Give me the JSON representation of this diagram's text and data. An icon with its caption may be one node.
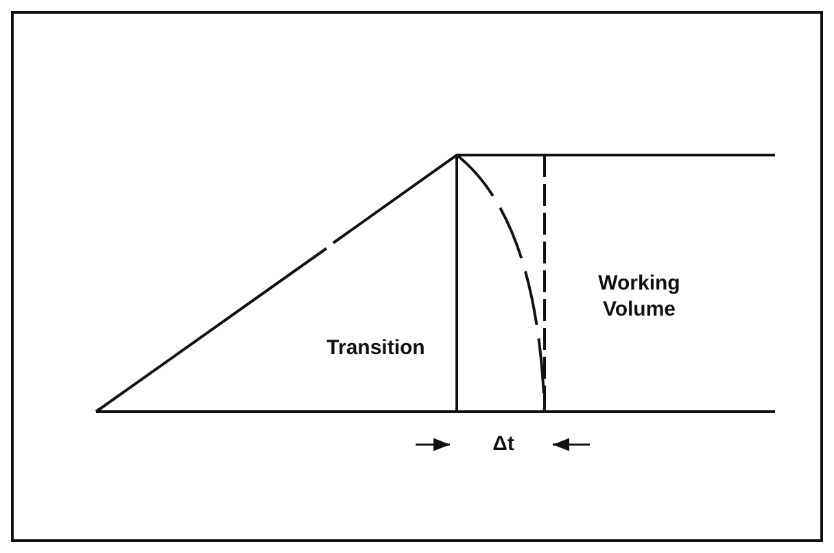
{
  "diagram": {
    "labels": [
      "Working Volume",
      "Transition",
      "Δt"
    ]
  }
}
